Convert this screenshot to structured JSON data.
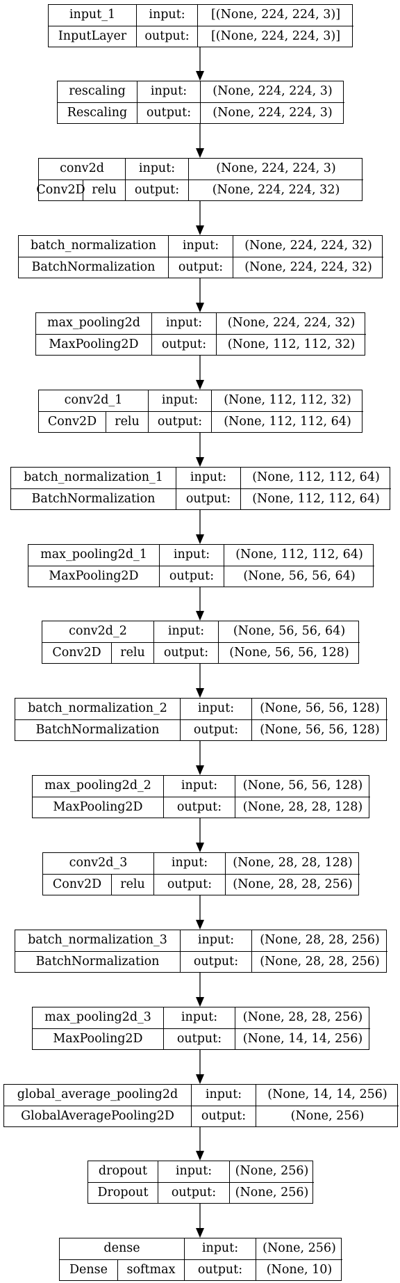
{
  "layers": [
    {
      "name": "input_1",
      "type": "InputLayer",
      "activation": "",
      "in_label": "input:",
      "out_label": "output:",
      "input": "[(None, 224, 224, 3)]",
      "output": "[(None, 224, 224, 3)]"
    },
    {
      "name": "rescaling",
      "type": "Rescaling",
      "activation": "",
      "in_label": "input:",
      "out_label": "output:",
      "input": "(None, 224, 224, 3)",
      "output": "(None, 224, 224, 3)"
    },
    {
      "name": "conv2d",
      "type": "Conv2D",
      "activation": "relu",
      "in_label": "input:",
      "out_label": "output:",
      "input": "(None, 224, 224, 3)",
      "output": "(None, 224, 224, 32)"
    },
    {
      "name": "batch_normalization",
      "type": "BatchNormalization",
      "activation": "",
      "in_label": "input:",
      "out_label": "output:",
      "input": "(None, 224, 224, 32)",
      "output": "(None, 224, 224, 32)"
    },
    {
      "name": "max_pooling2d",
      "type": "MaxPooling2D",
      "activation": "",
      "in_label": "input:",
      "out_label": "output:",
      "input": "(None, 224, 224, 32)",
      "output": "(None, 112, 112, 32)"
    },
    {
      "name": "conv2d_1",
      "type": "Conv2D",
      "activation": "relu",
      "in_label": "input:",
      "out_label": "output:",
      "input": "(None, 112, 112, 32)",
      "output": "(None, 112, 112, 64)"
    },
    {
      "name": "batch_normalization_1",
      "type": "BatchNormalization",
      "activation": "",
      "in_label": "input:",
      "out_label": "output:",
      "input": "(None, 112, 112, 64)",
      "output": "(None, 112, 112, 64)"
    },
    {
      "name": "max_pooling2d_1",
      "type": "MaxPooling2D",
      "activation": "",
      "in_label": "input:",
      "out_label": "output:",
      "input": "(None, 112, 112, 64)",
      "output": "(None, 56, 56, 64)"
    },
    {
      "name": "conv2d_2",
      "type": "Conv2D",
      "activation": "relu",
      "in_label": "input:",
      "out_label": "output:",
      "input": "(None, 56, 56, 64)",
      "output": "(None, 56, 56, 128)"
    },
    {
      "name": "batch_normalization_2",
      "type": "BatchNormalization",
      "activation": "",
      "in_label": "input:",
      "out_label": "output:",
      "input": "(None, 56, 56, 128)",
      "output": "(None, 56, 56, 128)"
    },
    {
      "name": "max_pooling2d_2",
      "type": "MaxPooling2D",
      "activation": "",
      "in_label": "input:",
      "out_label": "output:",
      "input": "(None, 56, 56, 128)",
      "output": "(None, 28, 28, 128)"
    },
    {
      "name": "conv2d_3",
      "type": "Conv2D",
      "activation": "relu",
      "in_label": "input:",
      "out_label": "output:",
      "input": "(None, 28, 28, 128)",
      "output": "(None, 28, 28, 256)"
    },
    {
      "name": "batch_normalization_3",
      "type": "BatchNormalization",
      "activation": "",
      "in_label": "input:",
      "out_label": "output:",
      "input": "(None, 28, 28, 256)",
      "output": "(None, 28, 28, 256)"
    },
    {
      "name": "max_pooling2d_3",
      "type": "MaxPooling2D",
      "activation": "",
      "in_label": "input:",
      "out_label": "output:",
      "input": "(None, 28, 28, 256)",
      "output": "(None, 14, 14, 256)"
    },
    {
      "name": "global_average_pooling2d",
      "type": "GlobalAveragePooling2D",
      "activation": "",
      "in_label": "input:",
      "out_label": "output:",
      "input": "(None, 14, 14, 256)",
      "output": "(None, 256)"
    },
    {
      "name": "dropout",
      "type": "Dropout",
      "activation": "",
      "in_label": "input:",
      "out_label": "output:",
      "input": "(None, 256)",
      "output": "(None, 256)"
    },
    {
      "name": "dense",
      "type": "Dense",
      "activation": "softmax",
      "in_label": "input:",
      "out_label": "output:",
      "input": "(None, 256)",
      "output": "(None, 10)"
    }
  ],
  "colors": {
    "stroke": "#000000",
    "background": "#ffffff"
  }
}
